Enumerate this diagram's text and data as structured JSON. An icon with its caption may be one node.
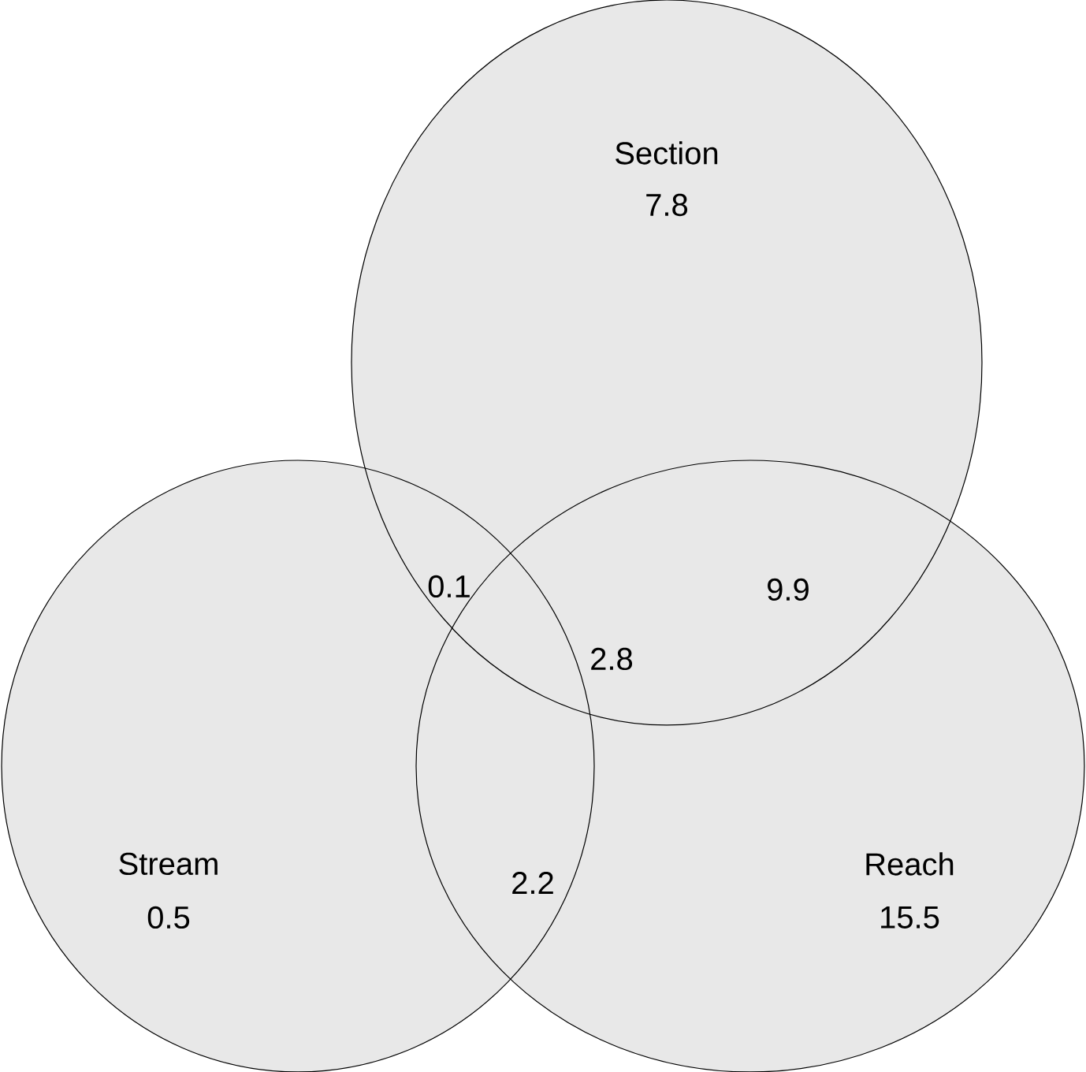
{
  "diagram": {
    "nodes": [
      {
        "text": [
          "Section",
          "7.8"
        ]
      },
      {
        "text": [
          "Stream",
          "0.5"
        ]
      },
      {
        "text": [
          "Reach",
          "15.5"
        ]
      }
    ],
    "labels": [
      "0.1",
      "9.9",
      "2.8",
      "2.2"
    ]
  }
}
